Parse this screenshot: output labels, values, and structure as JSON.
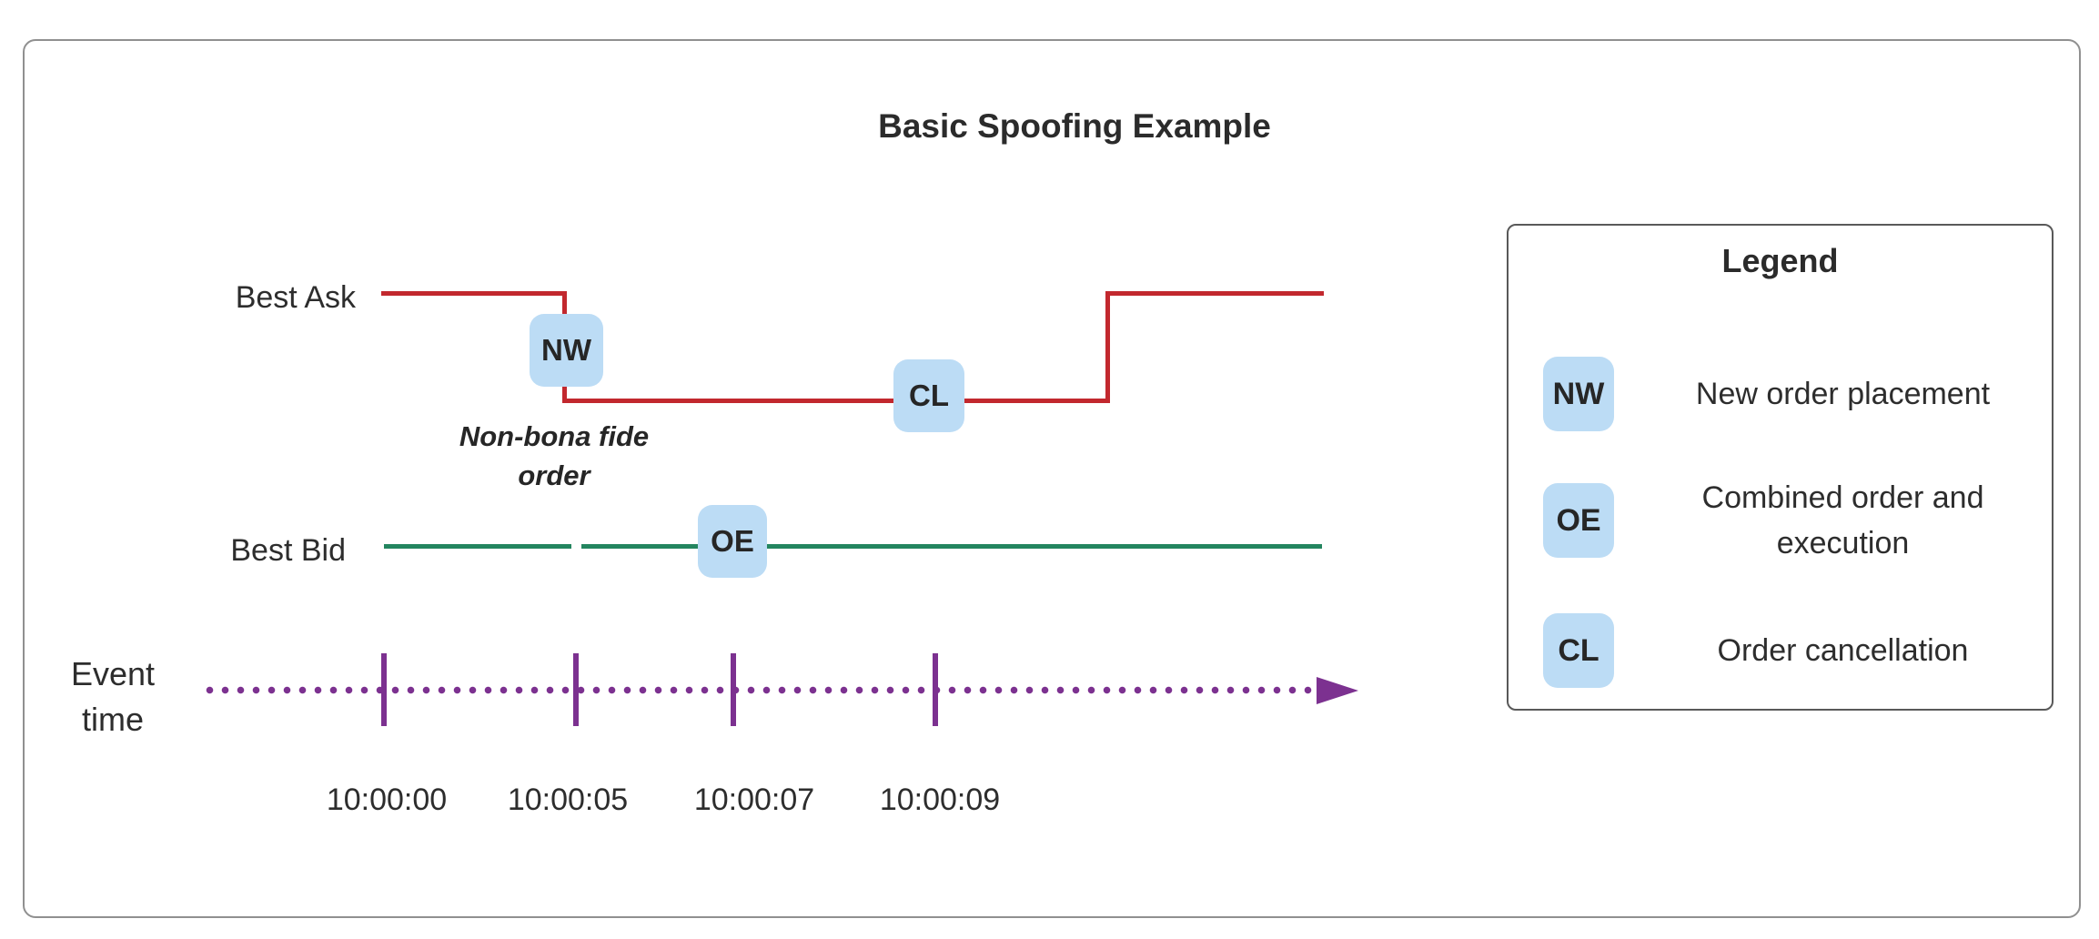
{
  "title": "Basic Spoofing Example",
  "colors": {
    "ask_line": "#c2282e",
    "bid_line": "#23855f",
    "timeline": "#7c3190",
    "badge_fill": "#bcdcf5",
    "text": "#2d2d2d",
    "frame_border": "#909090",
    "legend_border": "#595959"
  },
  "series": {
    "ask_label": "Best Ask",
    "bid_label": "Best Bid"
  },
  "events": [
    {
      "code": "NW",
      "time": "10:00:05",
      "line": "ask"
    },
    {
      "code": "OE",
      "time": "10:00:07",
      "line": "bid"
    },
    {
      "code": "CL",
      "time": "10:00:09",
      "line": "ask"
    }
  ],
  "annotation": {
    "line1": "Non-bona fide",
    "line2": "order"
  },
  "timeline": {
    "label_line1": "Event",
    "label_line2": "time",
    "timestamps": [
      "10:00:00",
      "10:00:05",
      "10:00:07",
      "10:00:09"
    ]
  },
  "legend": {
    "title": "Legend",
    "items": [
      {
        "code": "NW",
        "label": "New order placement"
      },
      {
        "code": "OE",
        "label": "Combined order and execution"
      },
      {
        "code": "CL",
        "label": "Order cancellation"
      }
    ]
  }
}
